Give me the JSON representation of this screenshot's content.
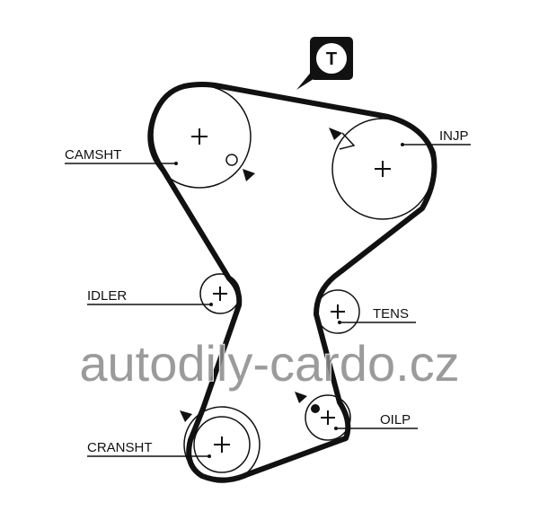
{
  "diagram": {
    "badge": {
      "letter": "T",
      "icon": "timing-belt-badge-icon"
    },
    "labels": {
      "camshaft": "CAMSHT",
      "injection_pump": "INJP",
      "idler": "IDLER",
      "tensioner": "TENS",
      "oil_pump": "OILP",
      "crankshaft": "CRANSHT"
    },
    "watermark": "autodily-cardo.cz",
    "colors": {
      "belt": "#111111",
      "watermark": "#8a8a8a"
    }
  }
}
